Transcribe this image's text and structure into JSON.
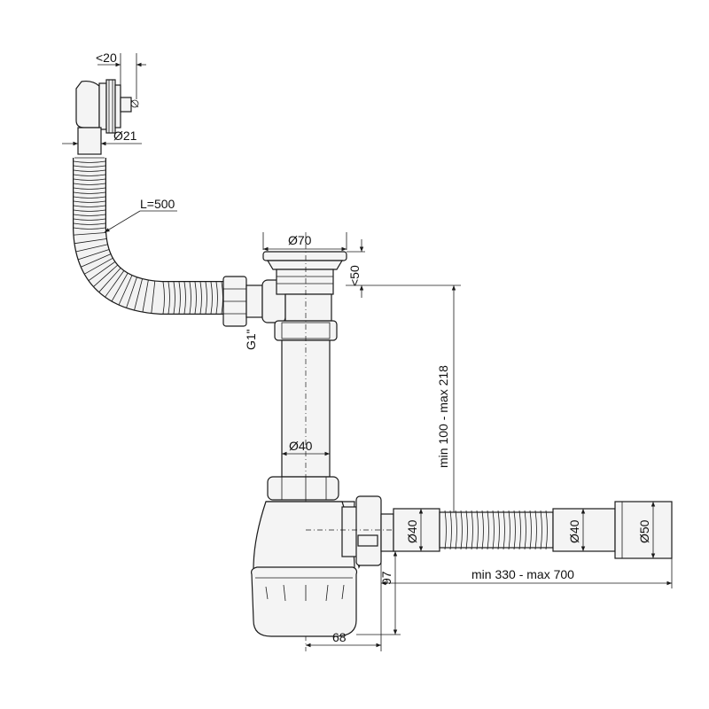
{
  "labels": {
    "overflow_offset": "<20",
    "overflow_diameter": "Ø21",
    "hose_length": "L=500",
    "strainer_diameter": "Ø70",
    "strainer_height": "<50",
    "thread": "G1\"",
    "height_range": "min 100 - max 218",
    "pipe_diameter": "Ø40",
    "outlet_diameter": "Ø40",
    "hose_outlet_diameter": "Ø40",
    "end_diameter": "Ø50",
    "outlet_height": "97",
    "length_range": "min 330 - max 700",
    "trap_offset": "68"
  },
  "colors": {
    "stroke": "#1a1a1a",
    "fill": "#f4f4f4",
    "background": "#ffffff"
  }
}
